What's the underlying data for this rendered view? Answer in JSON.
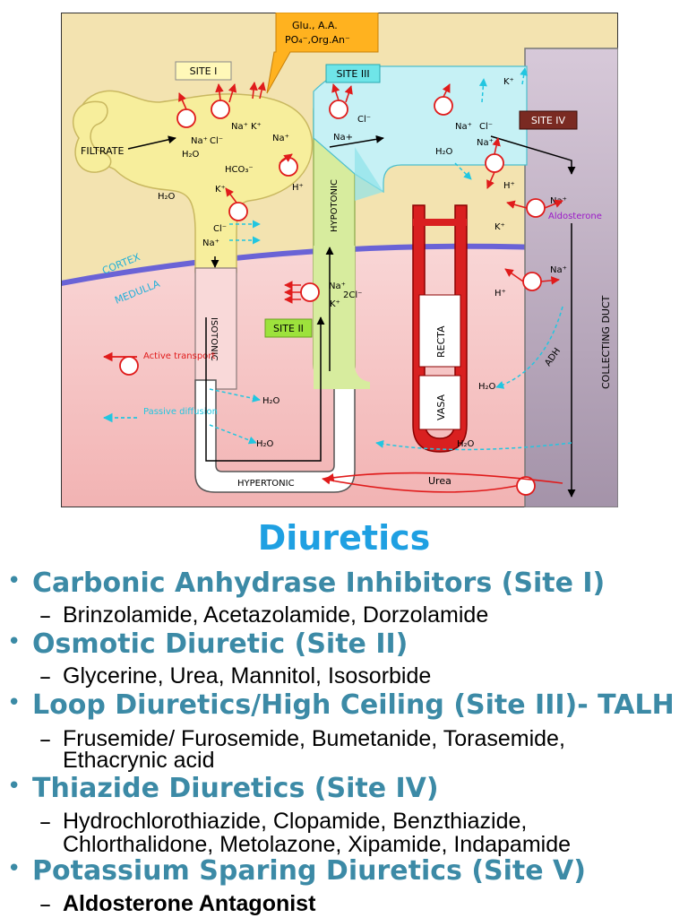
{
  "diagram": {
    "site_labels": [
      "SITE I",
      "SITE II",
      "SITE III",
      "SITE IV"
    ],
    "callout_line1": "Glu., A.A.",
    "callout_line2": "PO₄⁻,Org.An⁻",
    "labels": {
      "filtrate": "FILTRATE",
      "cortex": "CORTEX",
      "medulla": "MEDULLA",
      "isotonic": "ISOTONIC",
      "hypotonic": "HYPOTONIC",
      "hypertonic": "HYPERTONIC",
      "collecting_duct": "COLLECTING DUCT",
      "recta": "RECTA",
      "vasa": "VASA",
      "adh": "ADH",
      "aldosterone": "Aldosterone",
      "urea": "Urea",
      "active_transport": "Active transport",
      "passive_diffusion": "Passive diffusion"
    },
    "ions": {
      "na": "Na⁺",
      "k": "K⁺",
      "cl": "Cl⁻",
      "h": "H⁺",
      "h2o": "H₂O",
      "hco3": "HCO₃⁻",
      "na_plus": "Na+",
      "two_cl": "2Cl⁻"
    }
  },
  "title": "Diuretics",
  "items": [
    {
      "heading": "Carbonic Anhydrase Inhibitors (Site I)",
      "subs": [
        "Brinzolamide, Acetazolamide, Dorzolamide"
      ]
    },
    {
      "heading": "Osmotic Diuretic (Site II)",
      "subs": [
        "Glycerine, Urea,  Mannitol, Isosorbide"
      ]
    },
    {
      "heading": "Loop Diuretics/High Ceiling (Site III)- TALH",
      "subs": [
        "Frusemide/ Furosemide, Bumetanide, Torasemide,",
        "Ethacrynic acid"
      ]
    },
    {
      "heading": "Thiazide Diuretics (Site IV)",
      "subs": [
        "Hydrochlorothiazide, Clopamide, Benzthiazide,",
        "Chlorthalidone, Metolazone, Xipamide, Indapamide"
      ]
    },
    {
      "heading": "Potassium Sparing Diuretics (Site V)",
      "subs": [
        "Aldosterone Antagonist"
      ]
    }
  ],
  "colors": {
    "title": "#1fa0e2",
    "heading": "#3c8aa6",
    "cortex_bg": "#f3e3b0",
    "medulla_bg": "#f6c7c7",
    "tubule": "#f7ee9c",
    "collecting_duct": "#c8b6cc",
    "active_transport": "#e01b1b",
    "passive_diffusion": "#22c6e0"
  }
}
